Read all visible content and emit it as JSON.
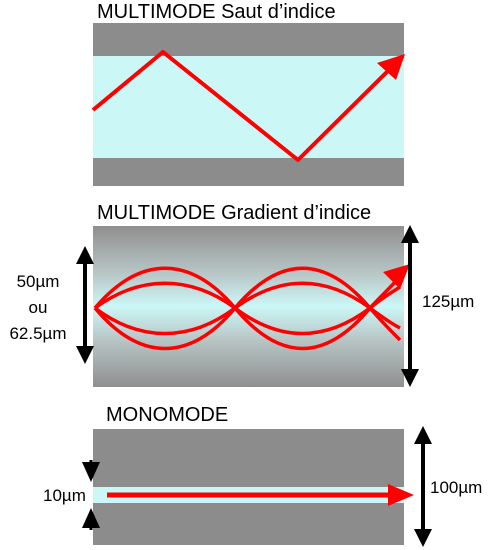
{
  "sections": {
    "step_index": {
      "title": "MULTIMODE Saut d’indice"
    },
    "graded_index": {
      "title": "MULTIMODE Gradient d’indice",
      "core_dim_line1": "50µm",
      "core_dim_line2": "ou",
      "core_dim_line3": "62.5µm",
      "cladding_dim": "125µm"
    },
    "single_mode": {
      "title": "MONOMODE",
      "core_dim": "10µm",
      "cladding_dim": "100µm"
    }
  },
  "colors": {
    "cladding": "#8c8c8c",
    "core": "#ccf7f7",
    "ray": "#ff0000",
    "dimension_arrow": "#000000"
  }
}
